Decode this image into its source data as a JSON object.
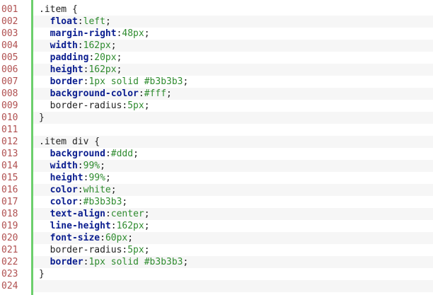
{
  "colors": {
    "gutter_bar": "#6ccf6c",
    "line_number": "#b05050",
    "property": "#0a1d8f",
    "value": "#2e8b2e",
    "text": "#222222",
    "alt_row": "#f6f6f6"
  },
  "lines": [
    {
      "n": "001",
      "type": "sel",
      "text": ".item {"
    },
    {
      "n": "002",
      "type": "decl",
      "prop": "float",
      "val": "left",
      "bold": true
    },
    {
      "n": "003",
      "type": "decl",
      "prop": "margin-right",
      "val": "48px",
      "bold": true
    },
    {
      "n": "004",
      "type": "decl",
      "prop": "width",
      "val": "162px",
      "bold": true
    },
    {
      "n": "005",
      "type": "decl",
      "prop": "padding",
      "val": "20px",
      "bold": true
    },
    {
      "n": "006",
      "type": "decl",
      "prop": "height",
      "val": "162px",
      "bold": true
    },
    {
      "n": "007",
      "type": "decl",
      "prop": "border",
      "val": "1px solid #b3b3b3",
      "bold": true
    },
    {
      "n": "008",
      "type": "decl",
      "prop": "background-color",
      "val": "#fff",
      "bold": true
    },
    {
      "n": "009",
      "type": "decl",
      "prop": "border-radius",
      "val": "5px",
      "bold": false
    },
    {
      "n": "010",
      "type": "sel",
      "text": "}"
    },
    {
      "n": "011",
      "type": "blank",
      "text": ""
    },
    {
      "n": "012",
      "type": "sel",
      "text": ".item div {"
    },
    {
      "n": "013",
      "type": "decl",
      "prop": "background",
      "val": "#ddd",
      "bold": true
    },
    {
      "n": "014",
      "type": "decl",
      "prop": "width",
      "val": "99%",
      "bold": true
    },
    {
      "n": "015",
      "type": "decl",
      "prop": "height",
      "val": "99%",
      "bold": true
    },
    {
      "n": "016",
      "type": "decl",
      "prop": "color",
      "val": "white",
      "bold": true
    },
    {
      "n": "017",
      "type": "decl",
      "prop": "color",
      "val": "#b3b3b3",
      "bold": true
    },
    {
      "n": "018",
      "type": "decl",
      "prop": "text-align",
      "val": "center",
      "bold": true
    },
    {
      "n": "019",
      "type": "decl",
      "prop": "line-height",
      "val": "162px",
      "bold": true
    },
    {
      "n": "020",
      "type": "decl",
      "prop": "font-size",
      "val": "60px",
      "bold": true
    },
    {
      "n": "021",
      "type": "decl",
      "prop": "border-radius",
      "val": "5px",
      "bold": false
    },
    {
      "n": "022",
      "type": "decl",
      "prop": "border",
      "val": "1px solid #b3b3b3",
      "bold": true
    },
    {
      "n": "023",
      "type": "sel",
      "text": "}"
    },
    {
      "n": "024",
      "type": "blank",
      "text": ""
    }
  ]
}
